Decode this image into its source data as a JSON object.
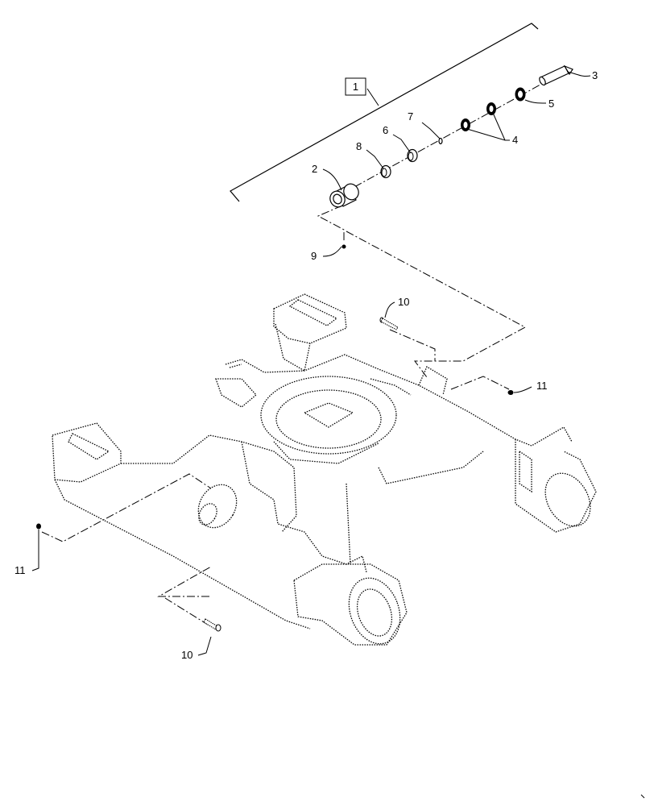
{
  "assembly_label": "1",
  "callouts": [
    {
      "id": "part-3",
      "text": "3"
    },
    {
      "id": "part-5",
      "text": "5"
    },
    {
      "id": "part-4",
      "text": "4"
    },
    {
      "id": "part-7",
      "text": "7"
    },
    {
      "id": "part-6",
      "text": "6"
    },
    {
      "id": "part-8",
      "text": "8"
    },
    {
      "id": "part-2",
      "text": "2"
    },
    {
      "id": "part-9",
      "text": "9"
    },
    {
      "id": "part-10-top",
      "text": "10"
    },
    {
      "id": "part-11-right",
      "text": "11"
    },
    {
      "id": "part-11-left",
      "text": "11"
    },
    {
      "id": "part-10-bottom",
      "text": "10"
    }
  ]
}
